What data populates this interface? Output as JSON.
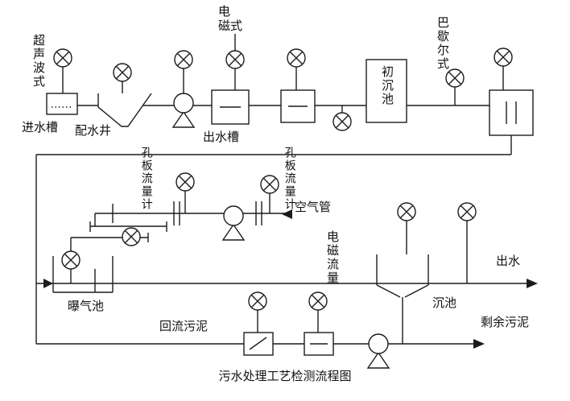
{
  "diagram": {
    "title_caption": "污水处理工艺检测流程图",
    "colors": {
      "line": "#1c1c1c",
      "text": "#111111",
      "background": "#ffffff"
    },
    "labels": {
      "ultrasonic_type": "超声波式",
      "inlet_channel": "进水槽",
      "distribution_well": "配水井",
      "electromagnetic_type": "电\n磁式",
      "outlet_channel": "出水槽",
      "primary_sedimentation_tank": "初沉池",
      "parshall_type": "巴歇尔式",
      "orifice_flowmeter_left": "孔板流量计",
      "orifice_flowmeter_right": "孔板流量计",
      "air_pipe": "空气管",
      "electromagnetic_flowmeter": "电磁流量",
      "aeration_tank": "曝气池",
      "return_sludge": "回流污泥",
      "secondary_sedimentation_tank": "沉池",
      "effluent": "出水",
      "excess_sludge": "剩余污泥"
    }
  }
}
